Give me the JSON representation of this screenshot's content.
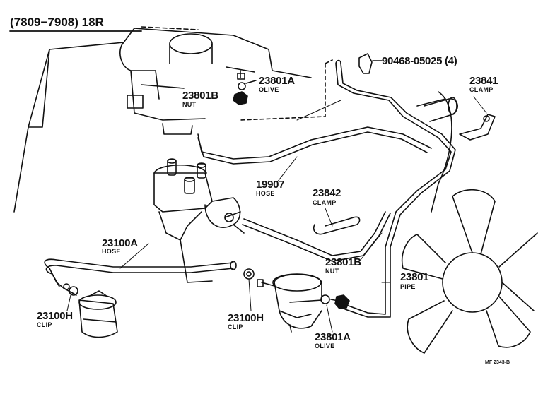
{
  "header": {
    "title": "(7809−7908) 18R"
  },
  "callouts": [
    {
      "id": "p90468",
      "number": "90468-05025 (4)",
      "name": ""
    },
    {
      "id": "p23801a_top",
      "number": "23801A",
      "name": "OLIVE"
    },
    {
      "id": "p23801b_top",
      "number": "23801B",
      "name": "NUT"
    },
    {
      "id": "p23841",
      "number": "23841",
      "name": "CLAMP"
    },
    {
      "id": "p19907",
      "number": "19907",
      "name": "HOSE"
    },
    {
      "id": "p23842",
      "number": "23842",
      "name": "CLAMP"
    },
    {
      "id": "p23100a",
      "number": "23100A",
      "name": "HOSE"
    },
    {
      "id": "p23801b_bot",
      "number": "23801B",
      "name": "NUT"
    },
    {
      "id": "p23801",
      "number": "23801",
      "name": "PIPE"
    },
    {
      "id": "p23100h_left",
      "number": "23100H",
      "name": "CLIP"
    },
    {
      "id": "p23100h_mid",
      "number": "23100H",
      "name": "CLIP"
    },
    {
      "id": "p23801a_bot",
      "number": "23801A",
      "name": "OLIVE"
    }
  ],
  "footer": {
    "reference": "MF 2343-B"
  }
}
